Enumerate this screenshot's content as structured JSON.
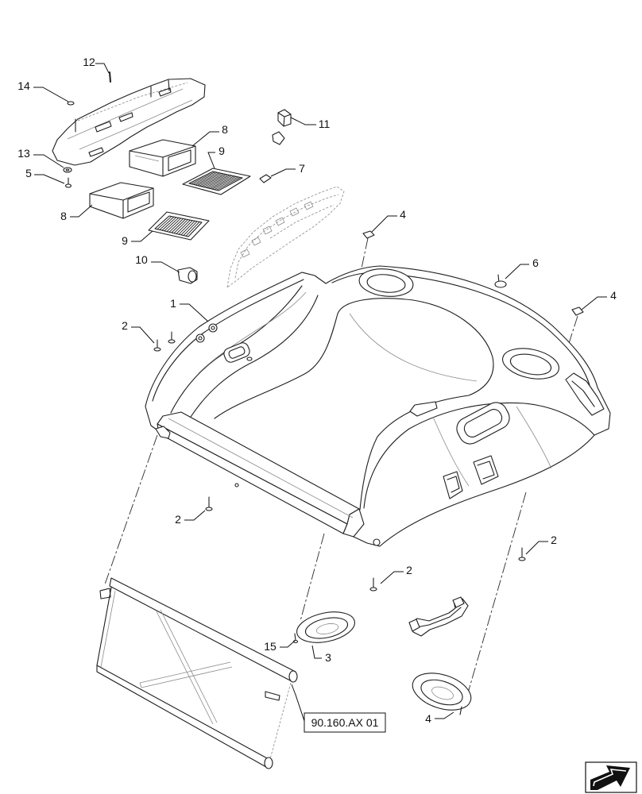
{
  "diagram": {
    "callouts": [
      "12",
      "14",
      "13",
      "5",
      "8",
      "9",
      "11",
      "7",
      "8",
      "9",
      "10",
      "4",
      "6",
      "1",
      "4",
      "2",
      "2",
      "2",
      "2",
      "15",
      "3",
      "4"
    ],
    "reference_link": "90.160.AX 01"
  },
  "icons": {
    "navigate": "navigation-arrow-icon"
  },
  "colors": {
    "line": "#1e1e1e",
    "background": "#ffffff"
  }
}
